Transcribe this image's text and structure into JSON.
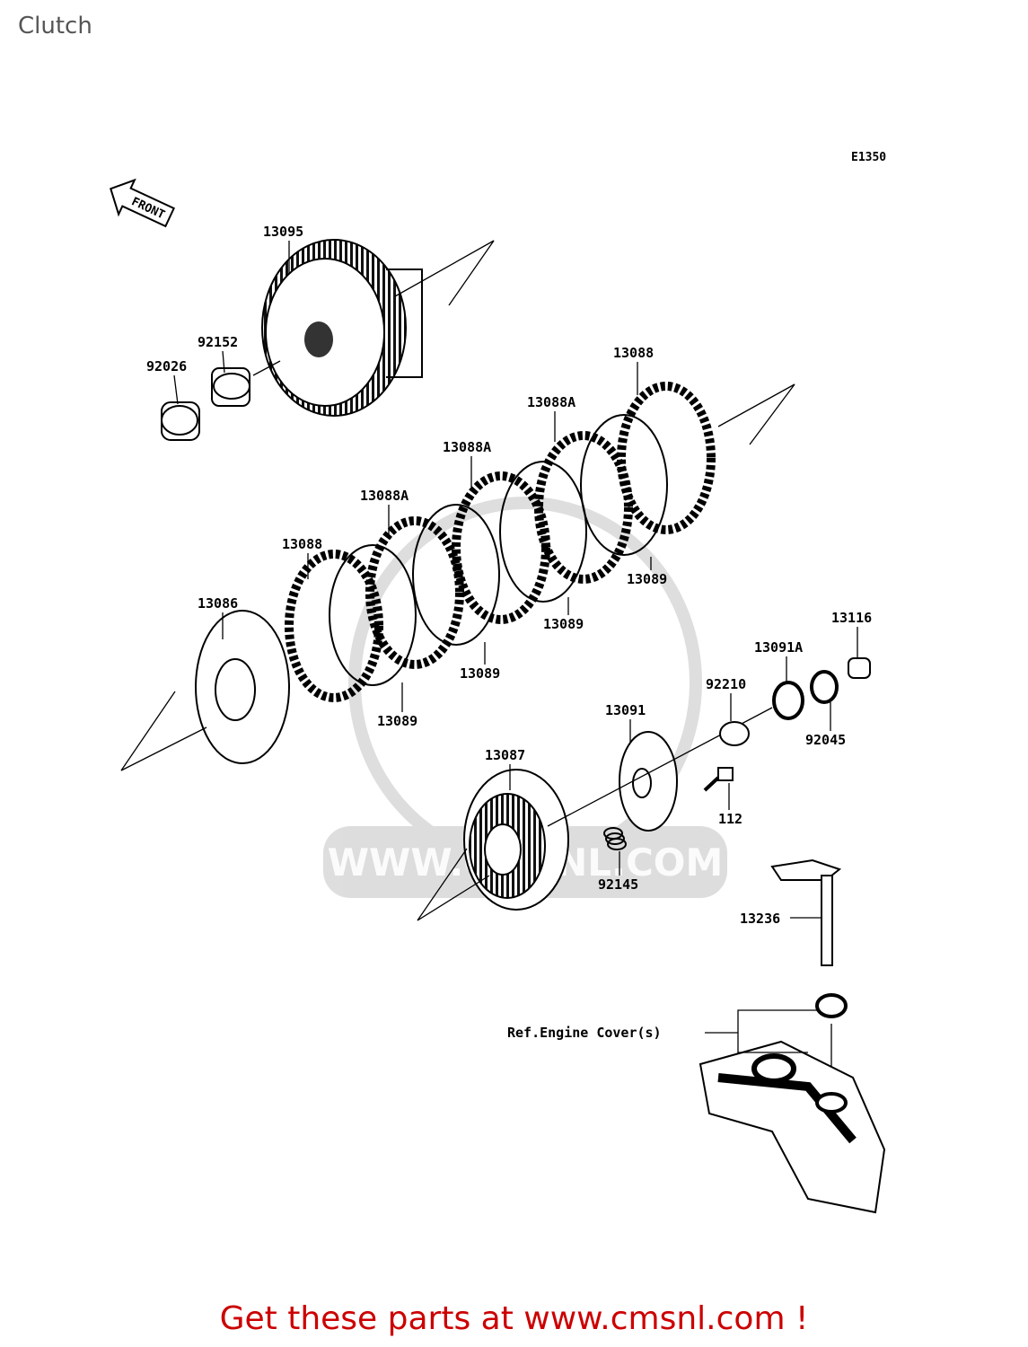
{
  "title": "Clutch",
  "diagram_code": "E1350",
  "front_label": "FRONT",
  "ref_label": "Ref.Engine Cover(s)",
  "watermark": "WWW.CMSNL.COM",
  "footer": "Get these parts at www.cmsnl.com !",
  "parts": [
    {
      "id": "p13095",
      "number": "13095",
      "label": "13095"
    },
    {
      "id": "p92152",
      "number": "92152",
      "label": "92152"
    },
    {
      "id": "p92026",
      "number": "92026",
      "label": "92026"
    },
    {
      "id": "p13088a",
      "number": "13088",
      "label": "13088"
    },
    {
      "id": "p13088Aa",
      "number": "13088A",
      "label": "13088A"
    },
    {
      "id": "p13088Ab",
      "number": "13088A",
      "label": "13088A"
    },
    {
      "id": "p13088Ac",
      "number": "13088A",
      "label": "13088A"
    },
    {
      "id": "p13088b",
      "number": "13088",
      "label": "13088"
    },
    {
      "id": "p13089a",
      "number": "13089",
      "label": "13089"
    },
    {
      "id": "p13089b",
      "number": "13089",
      "label": "13089"
    },
    {
      "id": "p13089c",
      "number": "13089",
      "label": "13089"
    },
    {
      "id": "p13089d",
      "number": "13089",
      "label": "13089"
    },
    {
      "id": "p13086",
      "number": "13086",
      "label": "13086"
    },
    {
      "id": "p13116",
      "number": "13116",
      "label": "13116"
    },
    {
      "id": "p13091A",
      "number": "13091A",
      "label": "13091A"
    },
    {
      "id": "p92210",
      "number": "92210",
      "label": "92210"
    },
    {
      "id": "p92045",
      "number": "92045",
      "label": "92045"
    },
    {
      "id": "p13091",
      "number": "13091",
      "label": "13091"
    },
    {
      "id": "p13087",
      "number": "13087",
      "label": "13087"
    },
    {
      "id": "p112",
      "number": "112",
      "label": "112"
    },
    {
      "id": "p92145",
      "number": "92145",
      "label": "92145"
    },
    {
      "id": "p13236",
      "number": "13236",
      "label": "13236"
    }
  ]
}
